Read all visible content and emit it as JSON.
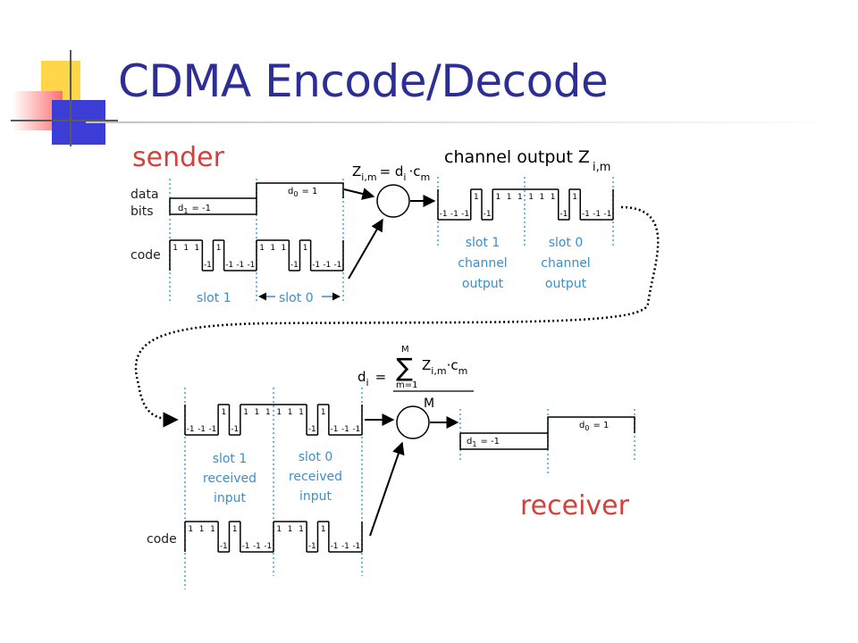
{
  "title": "CDMA Encode/Decode",
  "colors": {
    "title": "#2d2d96",
    "accent_red": "#d6403a",
    "slot_label": "#3a8fce",
    "dashed": "#3aa8d8",
    "square_yellow": "#ffd54a",
    "square_red": "#ff6f6f",
    "square_blue": "#3c3cd6"
  },
  "sender": {
    "heading": "sender",
    "data_label_1": "data",
    "data_label_2": "bits",
    "code_label": "code",
    "d1_label": "d",
    "d1_sub": "1",
    "d1_value": "= -1",
    "d0_label": "d",
    "d0_sub": "0",
    "d0_value": "= 1",
    "slot1_label": "slot 1",
    "slot0_label": "slot 0",
    "formula_Z": "Z",
    "formula_Z_sub": "i,m",
    "formula_eq": "= d",
    "formula_d_sub": "i",
    "formula_dot_c": "·c",
    "formula_c_sub": "m",
    "code_values": [
      1,
      1,
      1,
      -1,
      1,
      -1,
      -1,
      -1
    ]
  },
  "channel": {
    "heading": "channel output Z",
    "heading_sub": "i,m",
    "output_values": [
      -1,
      -1,
      -1,
      1,
      -1,
      1,
      1,
      1,
      1,
      1,
      1,
      -1,
      1,
      -1,
      -1,
      -1
    ],
    "slot1_caption": [
      "slot 1",
      "channel",
      "output"
    ],
    "slot0_caption": [
      "slot 0",
      "channel",
      "output"
    ]
  },
  "receiver": {
    "heading": "receiver",
    "code_label": "code",
    "slot1_caption": [
      "slot 1",
      "received",
      "input"
    ],
    "slot0_caption": [
      "slot 0",
      "received",
      "input"
    ],
    "formula_d": "d",
    "formula_d_sub": "i",
    "formula_eq": "=",
    "formula_sum_top": "M",
    "formula_sum_bottom": "m=1",
    "formula_Z": "Z",
    "formula_Z_sub": "i,m",
    "formula_dot_c": "·c",
    "formula_c_sub": "m",
    "formula_denominator": "M",
    "d1_label": "d",
    "d1_sub": "1",
    "d1_value": "= -1",
    "d0_label": "d",
    "d0_sub": "0",
    "d0_value": "= 1"
  }
}
